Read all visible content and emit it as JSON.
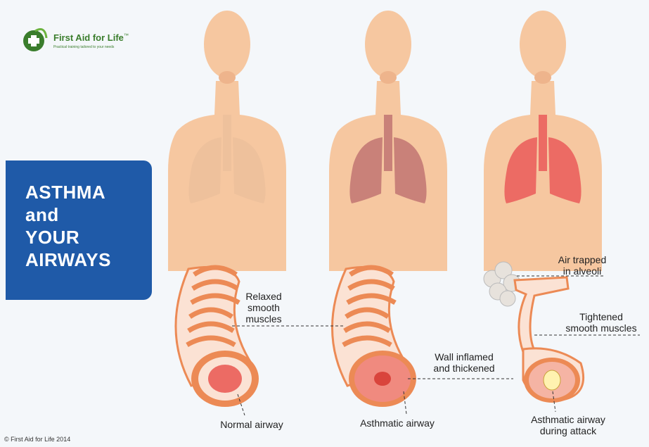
{
  "logo": {
    "name": "First Aid for Life",
    "trademark": "™",
    "tagline": "Practical training tailored to your needs"
  },
  "banner": {
    "lines": [
      "ASTHMA",
      "and",
      "YOUR",
      "AIRWAYS"
    ],
    "color": "#1f5aa8"
  },
  "labels": {
    "relaxed": [
      "Relaxed",
      "smooth",
      "muscles"
    ],
    "air_trapped": [
      "Air trapped",
      "in alveoli"
    ],
    "tightened": [
      "Tightened",
      "smooth muscles"
    ],
    "wall": [
      "Wall inflamed",
      "and thickened"
    ],
    "normal": "Normal airway",
    "asthmatic": "Asthmatic airway",
    "attack": [
      "Asthmatic airway",
      "during attack"
    ]
  },
  "copyright": "First Aid for Life 2014",
  "colors": {
    "skin": "#f6c7a0",
    "lung_normal": "#eec19c",
    "lung_asthmatic": "#c98179",
    "lung_attack": "#ec6b64",
    "airway_band": "#ec8a55",
    "airway_tissue": "#fbe2d4"
  }
}
